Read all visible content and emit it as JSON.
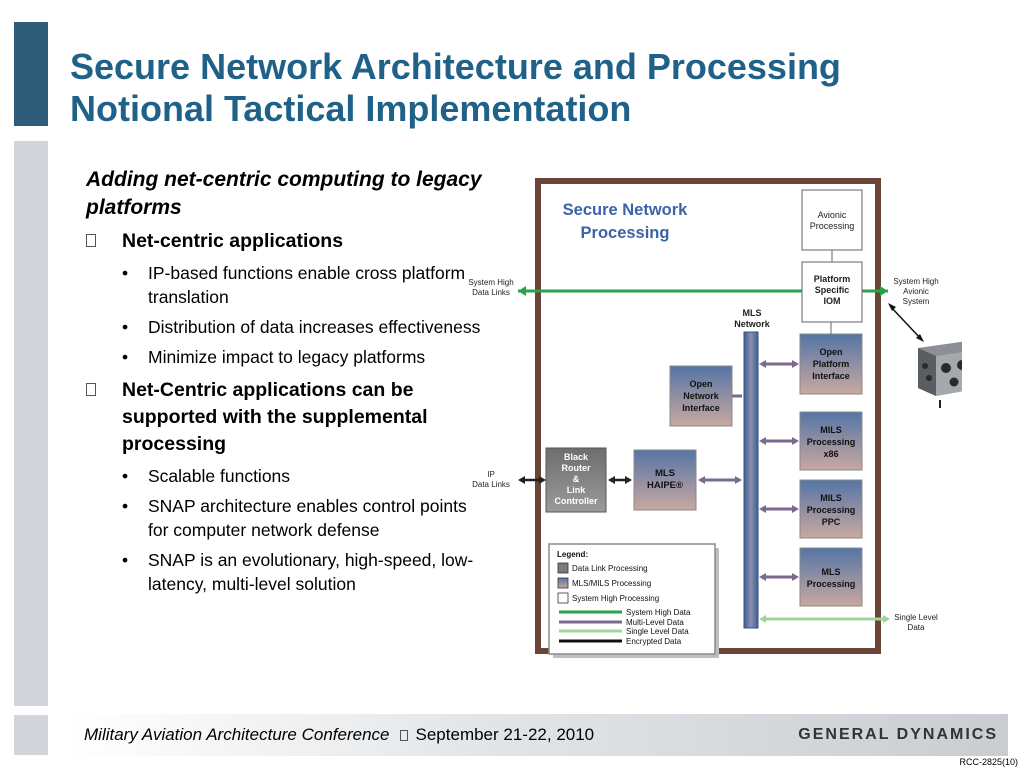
{
  "title": {
    "line1": "Secure Network Architecture and Processing",
    "line2": "Notional Tactical Implementation"
  },
  "bullets": {
    "subhead": "Adding net-centric computing to legacy platforms",
    "group1": {
      "heading": "Net-centric applications",
      "items": [
        "IP-based functions enable cross platform translation",
        "Distribution of data increases effectiveness",
        "Minimize impact to legacy platforms"
      ]
    },
    "group2": {
      "heading": "Net-Centric applications can be supported with the supplemental processing",
      "items": [
        "Scalable functions",
        "SNAP architecture enables control points for computer network defense",
        " SNAP is an evolutionary, high-speed, low-latency, multi-level solution"
      ]
    }
  },
  "diagram": {
    "title_line1": "Secure Network",
    "title_line2": "Processing",
    "avionic_line1": "Avionic",
    "avionic_line2": "Processing",
    "psiom_line1": "Platform",
    "psiom_line2": "Specific",
    "psiom_line3": "IOM",
    "mls_net_line1": "MLS",
    "mls_net_line2": "Network",
    "opi_line1": "Open",
    "opi_line2": "Platform",
    "opi_line3": "Interface",
    "oni_line1": "Open",
    "oni_line2": "Network",
    "oni_line3": "Interface",
    "mils86_line1": "MILS",
    "mils86_line2": "Processing",
    "mils86_line3": "x86",
    "black_line1": "Black",
    "black_line2": "Router",
    "black_line3": "&",
    "black_line4": "Link",
    "black_line5": "Controller",
    "haipe_line1": "MLS",
    "haipe_line2": "HAIPE®",
    "milsppc_line1": "MILS",
    "milsppc_line2": "Processing",
    "milsppc_line3": "PPC",
    "mlsproc_line1": "MLS",
    "mlsproc_line2": "Processing",
    "sys_high_left_line1": "System High",
    "sys_high_left_line2": "Data Links",
    "sys_high_right_line1": "System High",
    "sys_high_right_line2": "Avionic",
    "sys_high_right_line3": "System",
    "ip_line1": "IP",
    "ip_line2": "Data Links",
    "single_level_line1": "Single Level",
    "single_level_line2": "Data",
    "legend": {
      "title": "Legend:",
      "data_link": "Data Link Processing",
      "mls_mils": "MLS/MILS Processing",
      "system_high_proc": "System High Processing",
      "system_high_data": "System High Data",
      "multi_level_data": "Multi-Level Data",
      "single_level_data": "Single Level Data",
      "encrypted_data": "Encrypted Data"
    },
    "colors": {
      "frame": "#6b4537",
      "title": "#3b63a8",
      "box_blue": "#5d7fab",
      "box_gray": "#7c7c7c",
      "green_line": "#2aa24a",
      "light_green": "#9fd49a",
      "purple_line": "#7a6a8e"
    }
  },
  "footer": {
    "conference": "Military Aviation Architecture Conference",
    "dates": "September 21-22, 2010",
    "brand": "GENERAL DYNAMICS",
    "code": "RCC-2825(10)"
  }
}
